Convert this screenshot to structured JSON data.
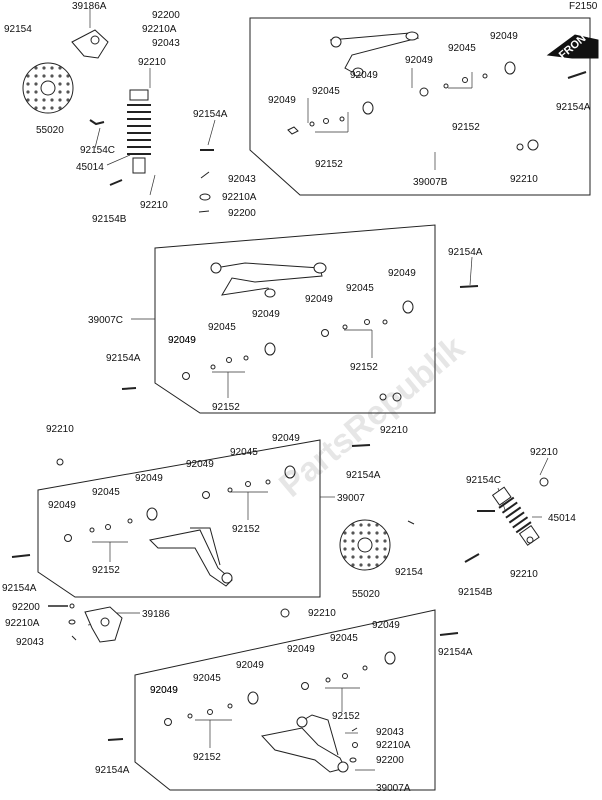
{
  "diagram": {
    "code": "F2150",
    "watermark": "PartsRepublik",
    "front_label": "FRONT",
    "labels": [
      "92154",
      "39186A",
      "92200",
      "92210A",
      "92043",
      "92210",
      "55020",
      "92154C",
      "45014",
      "92154A",
      "92210",
      "92154B",
      "92043",
      "92210A",
      "92200",
      "92049",
      "92045",
      "92152",
      "92049",
      "92049",
      "92045",
      "92049",
      "92152",
      "39007B",
      "92210",
      "92154A",
      "92154A",
      "92049",
      "92045",
      "92049",
      "92049",
      "39007C",
      "92045",
      "92049",
      "92049",
      "92152",
      "92152",
      "92154A",
      "92210",
      "92210",
      "92049",
      "92049",
      "92045",
      "92154A",
      "92049",
      "92045",
      "92049",
      "39007",
      "92152",
      "92152",
      "92154C",
      "92210",
      "45014",
      "92210",
      "92154",
      "55020",
      "92154B",
      "92154A",
      "92200",
      "92210A",
      "39186",
      "92043",
      "92210",
      "92049",
      "92045",
      "92049",
      "92049",
      "92154A",
      "92049",
      "92045",
      "92049",
      "92152",
      "92152",
      "92154A",
      "92043",
      "92210A",
      "92200",
      "39007A"
    ]
  }
}
